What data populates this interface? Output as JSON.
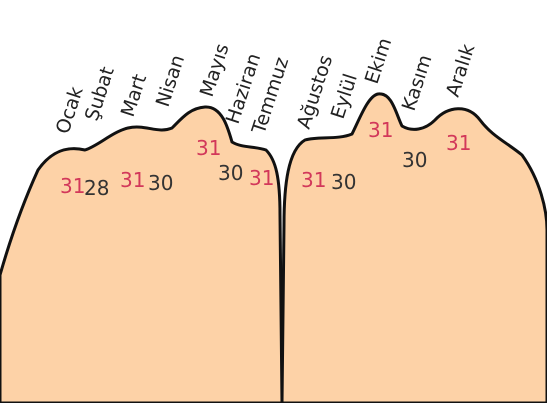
{
  "colors": {
    "skin": "#fdd2a7",
    "outline": "#111111",
    "day_31": "#d2385a",
    "day_other": "#333333"
  },
  "months": [
    {
      "name": "Ocak",
      "days": "31"
    },
    {
      "name": "Şubat",
      "days": "28"
    },
    {
      "name": "Mart",
      "days": "31"
    },
    {
      "name": "Nisan",
      "days": "30"
    },
    {
      "name": "Mayıs",
      "days": "31"
    },
    {
      "name": "Haziran",
      "days": "30"
    },
    {
      "name": "Temmuz",
      "days": "31"
    },
    {
      "name": "Ağustos",
      "days": "31"
    },
    {
      "name": "Eylül",
      "days": "30"
    },
    {
      "name": "Ekim",
      "days": "31"
    },
    {
      "name": "Kasım",
      "days": "30"
    },
    {
      "name": "Aralık",
      "days": "31"
    }
  ]
}
